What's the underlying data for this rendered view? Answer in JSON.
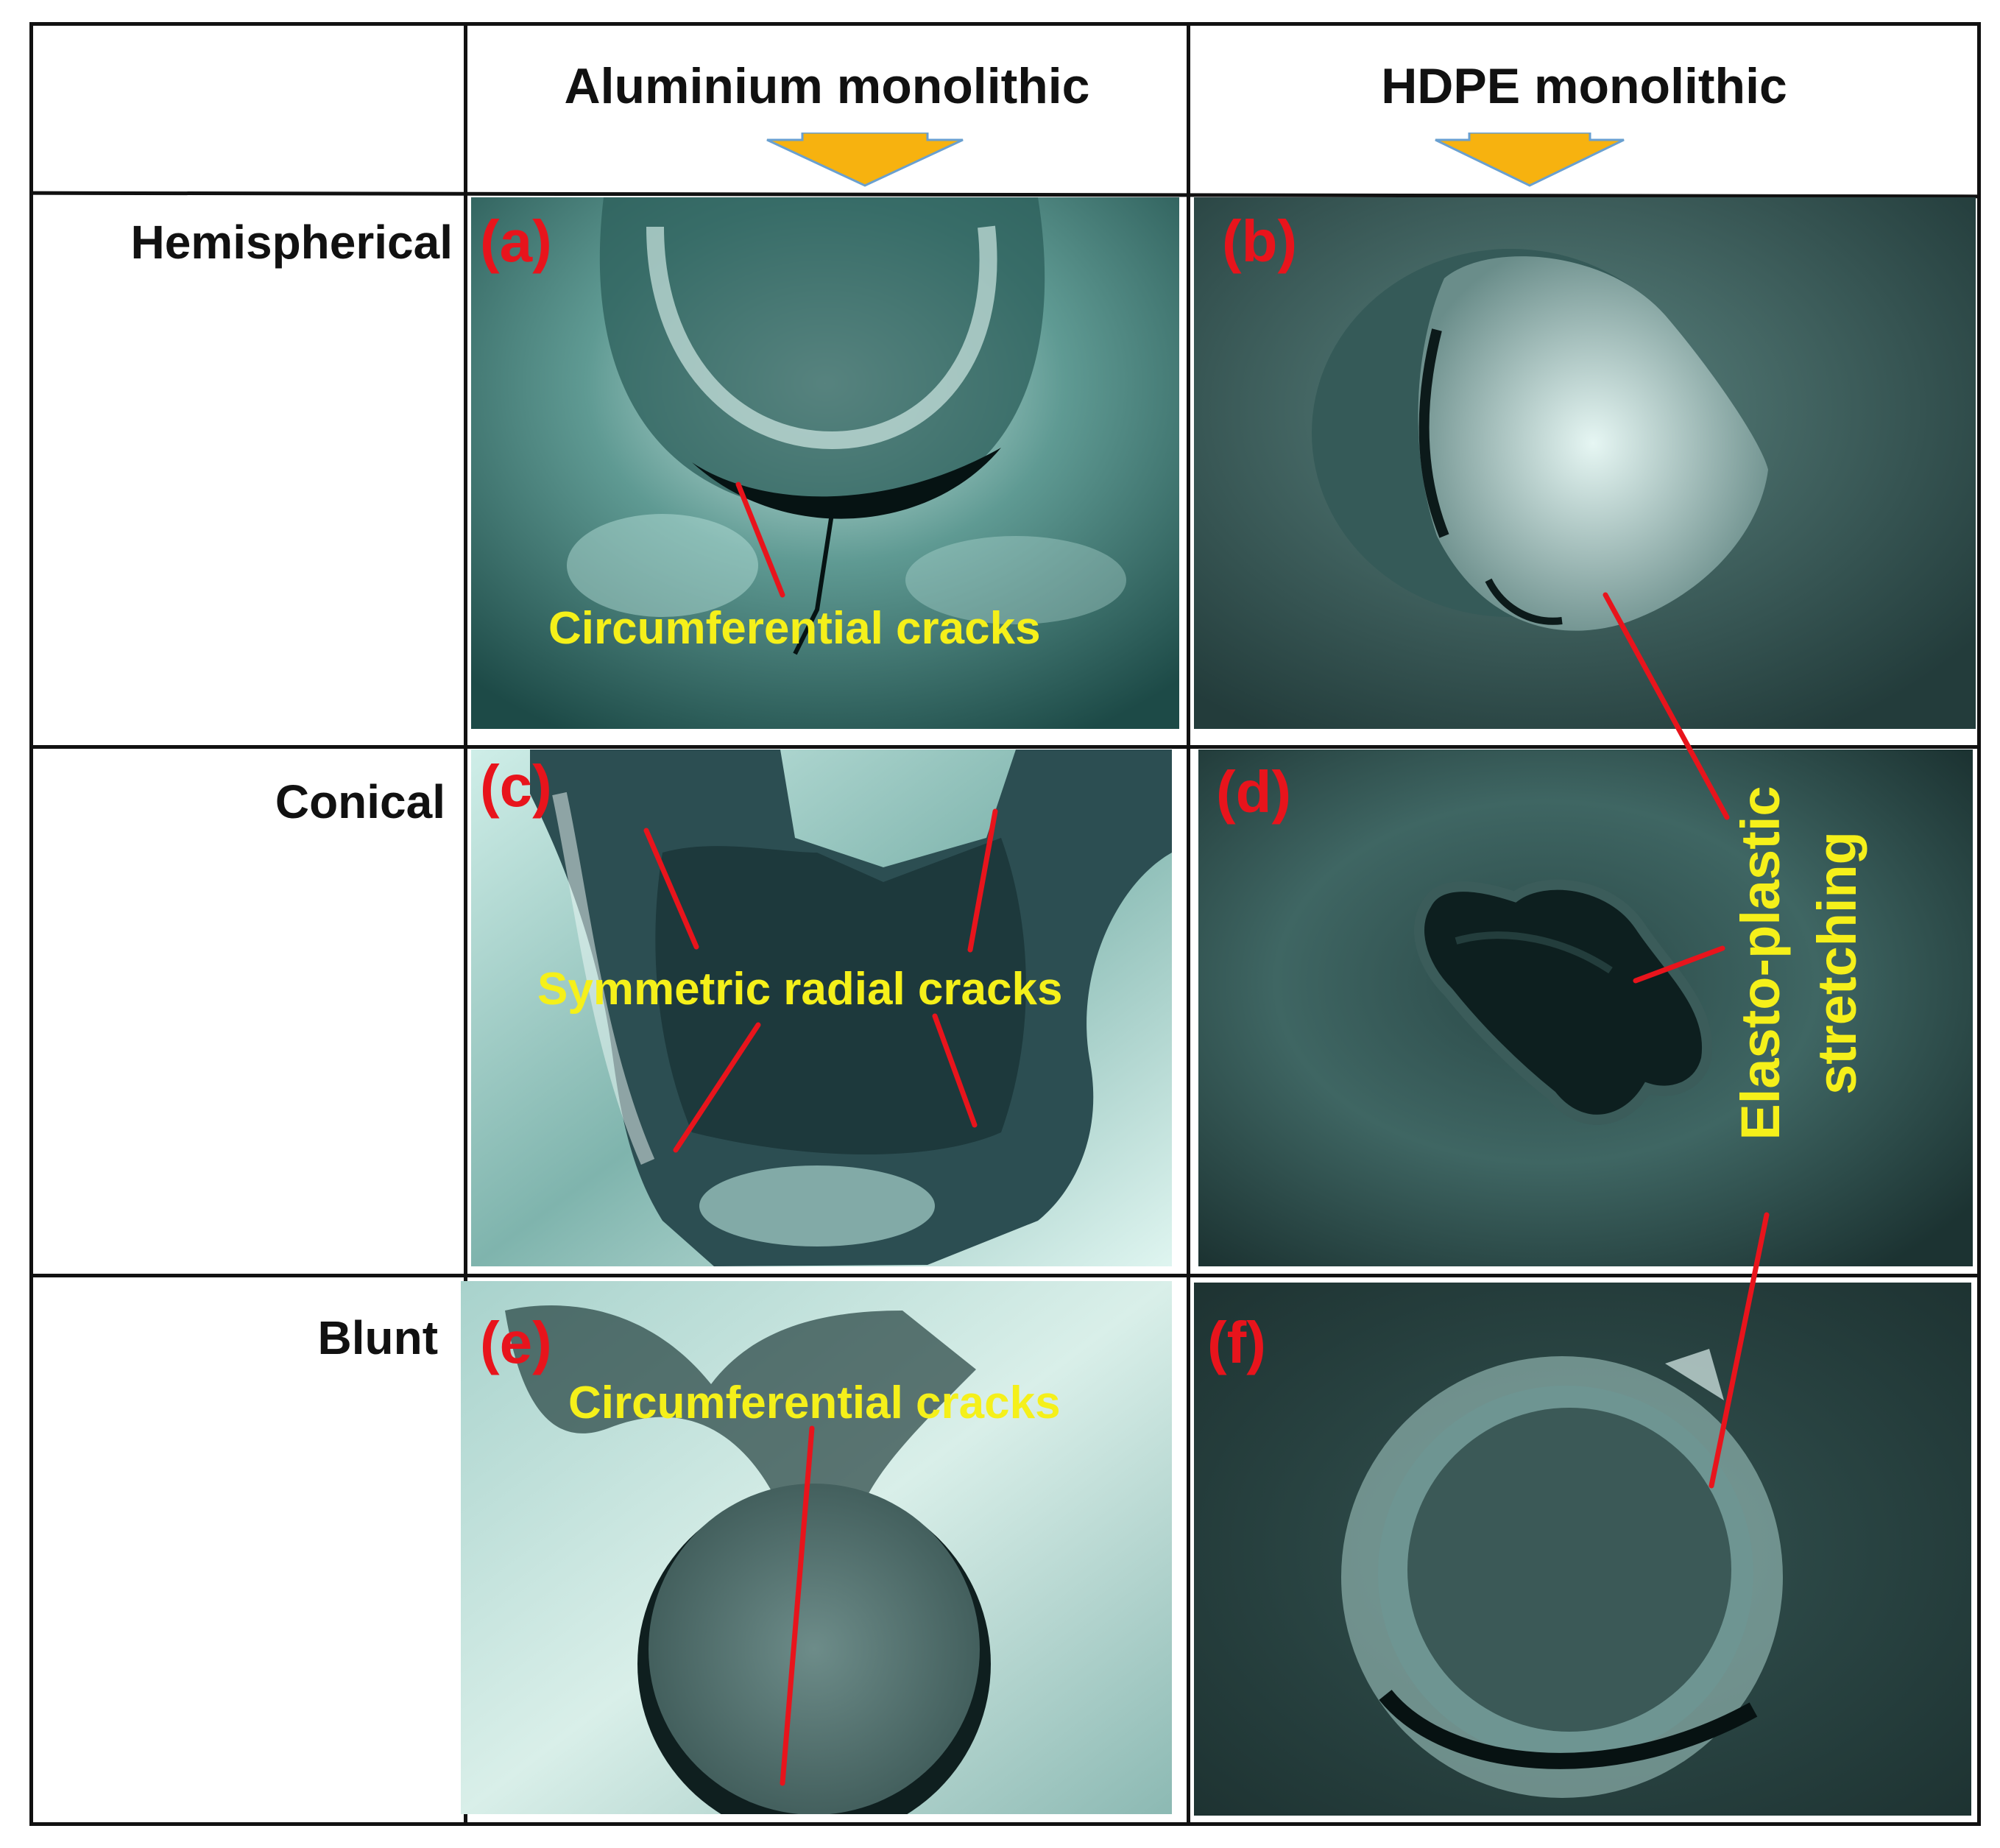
{
  "figure": {
    "column_headers": [
      "Aluminium monolithic",
      "HDPE monolithic"
    ],
    "row_labels": [
      "Hemispherical",
      "Conical",
      "Blunt"
    ],
    "panels": [
      {
        "letter": "(a)",
        "annotation": "Circumferential cracks"
      },
      {
        "letter": "(b)",
        "annotation": ""
      },
      {
        "letter": "(c)",
        "annotation": "Symmetric radial cracks"
      },
      {
        "letter": "(d)",
        "annotation": ""
      },
      {
        "letter": "(e)",
        "annotation": "Circumferential cracks"
      },
      {
        "letter": "(f)",
        "annotation": ""
      }
    ],
    "shared_annotation": [
      "Elasto-plastic",
      "stretching"
    ],
    "colors": {
      "panel_letter": "#e8141c",
      "annotation_text": "#f5f01a",
      "leader_line": "#e8141c",
      "arrow_fill": "#f7b20f",
      "arrow_stroke": "#6aa0d0",
      "grid": "#111111"
    }
  }
}
